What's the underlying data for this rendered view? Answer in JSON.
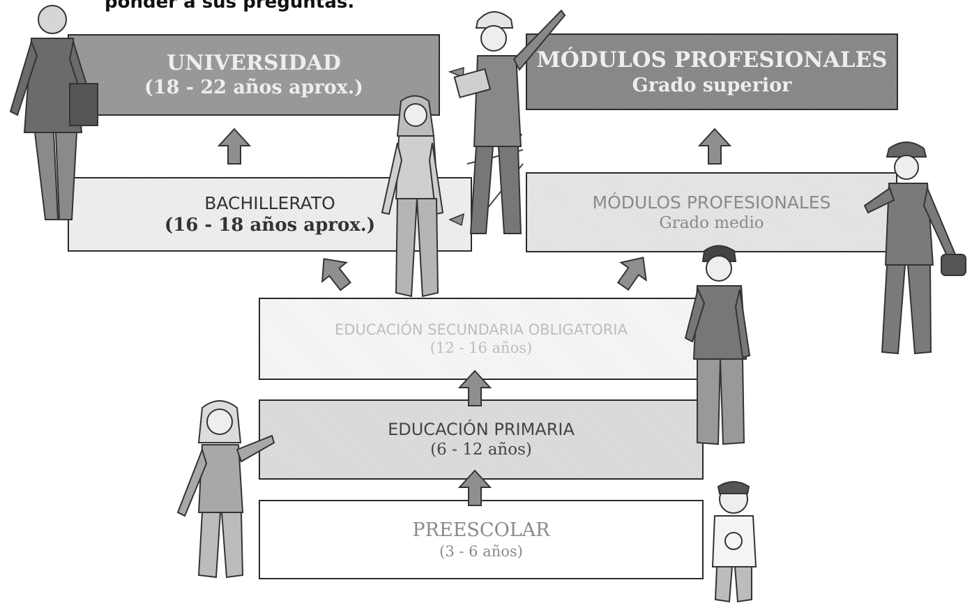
{
  "header": {
    "text": "ponder a sus preguntas."
  },
  "boxes": {
    "universidad": {
      "title": "UNIVERSIDAD",
      "subtitle": "(18 - 22 años aprox.)"
    },
    "modulos_superior": {
      "title": "MÓDULOS PROFESIONALES",
      "subtitle": "Grado superior"
    },
    "bachillerato": {
      "title": "BACHILLERATO",
      "subtitle": "(16 - 18 años aprox.)"
    },
    "modulos_medio": {
      "title": "MÓDULOS PROFESIONALES",
      "subtitle": "Grado medio"
    },
    "eso": {
      "title": "EDUCACIÓN SECUNDARIA OBLIGATORIA",
      "subtitle": "(12 - 16 años)"
    },
    "primaria": {
      "title": "EDUCACIÓN PRIMARIA",
      "subtitle": "(6 - 12 años)"
    },
    "preescolar": {
      "title": "PREESCOLAR",
      "subtitle": "(3 - 6 años)"
    }
  },
  "colors": {
    "arrow_fill": "#8f8f8f",
    "arrow_stroke": "#333333"
  }
}
